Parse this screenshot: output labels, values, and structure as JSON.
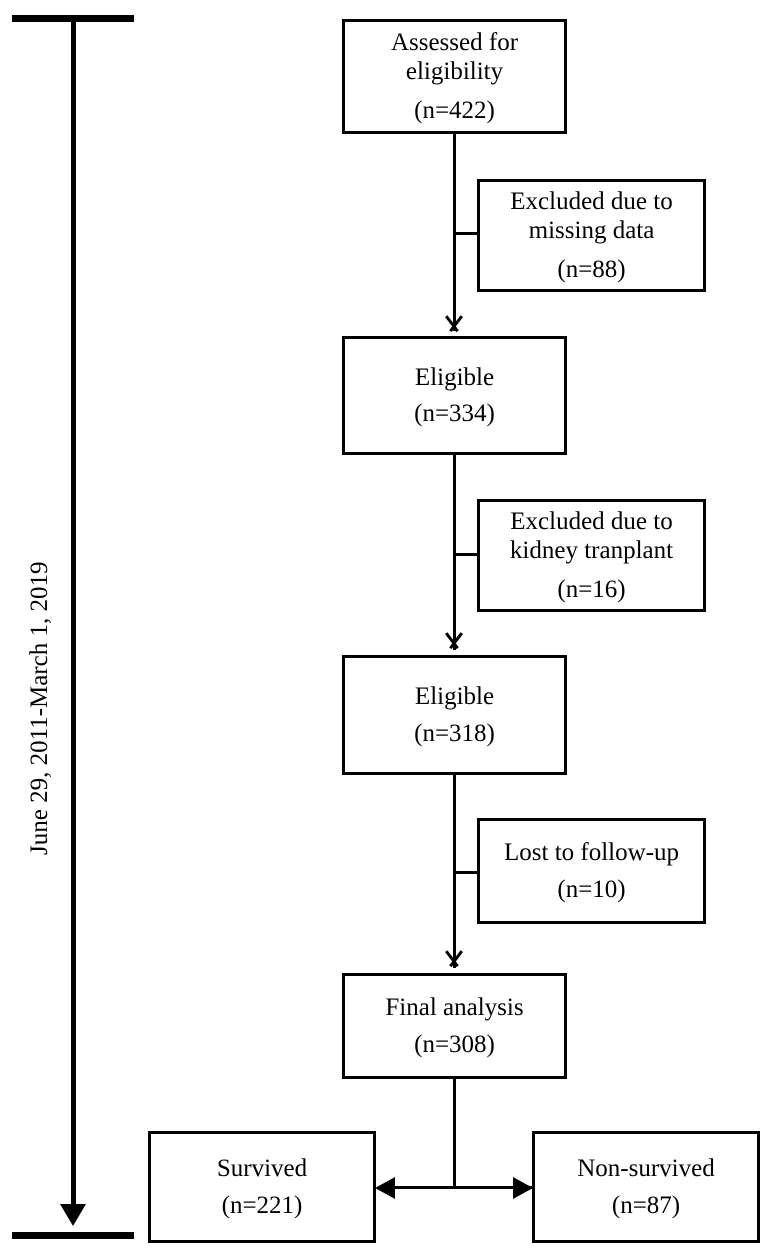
{
  "figure": {
    "type": "flowchart",
    "kind": "participant-flow-diagram",
    "timeline": {
      "label": "June 29, 2011-March 1, 2019"
    },
    "nodes": {
      "assessed": {
        "line1": "Assessed for",
        "line2": "eligibility",
        "count": "(n=422)"
      },
      "excluded_missing": {
        "line1": "Excluded due to",
        "line2": "missing data",
        "count": "(n=88)"
      },
      "eligible_334": {
        "line1": "Eligible",
        "count": "(n=334)"
      },
      "excluded_transplant": {
        "line1": "Excluded due to",
        "line2": "kidney tranplant",
        "count": "(n=16)"
      },
      "eligible_318": {
        "line1": "Eligible",
        "count": "(n=318)"
      },
      "lost_followup": {
        "line1": "Lost to follow-up",
        "count": "(n=10)"
      },
      "final_analysis": {
        "line1": "Final analysis",
        "count": "(n=308)"
      },
      "survived": {
        "line1": "Survived",
        "count": "(n=221)"
      },
      "non_survived": {
        "line1": "Non-survived",
        "count": "(n=87)"
      }
    },
    "colors": {
      "stroke": "#000000",
      "fill": "#ffffff",
      "text": "#000000"
    }
  }
}
